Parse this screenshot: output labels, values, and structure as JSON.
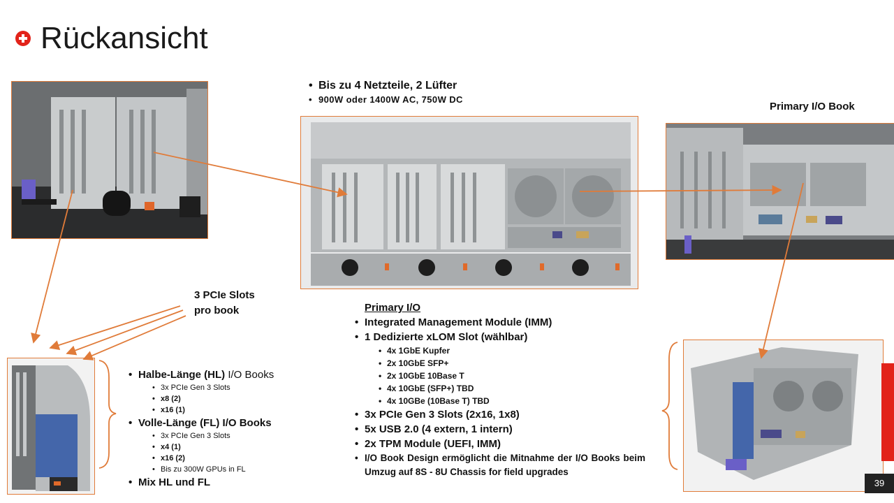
{
  "title": "Rückansicht",
  "psu_bullets": [
    "Bis zu  4 Netzteile, 2 Lüfter",
    "900W  oder  1400W  AC,  750W  DC"
  ],
  "label_primary_io_book": "Primary I/O Book",
  "label_pcie_line1": "3 PCIe Slots",
  "label_pcie_line2": "pro book",
  "primary_io": {
    "heading": "Primary I/O",
    "items": [
      {
        "text": "Integrated Management Module (IMM)",
        "level": 1
      },
      {
        "text": "1 Dedizierte xLOM Slot (wählbar)",
        "level": 1
      },
      {
        "text": "4x 1GbE Kupfer",
        "level": 2
      },
      {
        "text": "2x 10GbE SFP+",
        "level": 2
      },
      {
        "text": "2x 10GbE 10Base T",
        "level": 2
      },
      {
        "text": "4x 10GbE (SFP+) TBD",
        "level": 2
      },
      {
        "text": "4x 10GBe (10Base T) TBD",
        "level": 2
      },
      {
        "text": "3x PCIe Gen 3 Slots (2x16, 1x8)",
        "level": 1
      },
      {
        "text": "5x USB 2.0 (4 extern, 1 intern)",
        "level": 1
      },
      {
        "text": "2x TPM Module (UEFI, IMM)",
        "level": 1
      },
      {
        "text": "I/O Book Design ermöglicht die Mitnahme der I/O Books beim Umzug auf 8S - 8U Chassis for field upgrades",
        "level": 1
      }
    ]
  },
  "io_books": {
    "hl_title_bold": "Halbe-Länge (HL)",
    "hl_title_rest": " I/O Books",
    "hl_sub": [
      "3x PCIe Gen 3 Slots",
      "x8 (2)",
      "x16 (1)"
    ],
    "fl_title": "Volle-Länge (FL) I/O Books",
    "fl_sub": [
      "3x PCIe Gen 3 Slots",
      "x4 (1)",
      "x16 (2)",
      "Bis zu  300W GPUs in FL"
    ],
    "mix": "Mix HL und FL"
  },
  "page_number": "39",
  "colors": {
    "accent": "#e07b39",
    "brand_red": "#e2231a"
  }
}
